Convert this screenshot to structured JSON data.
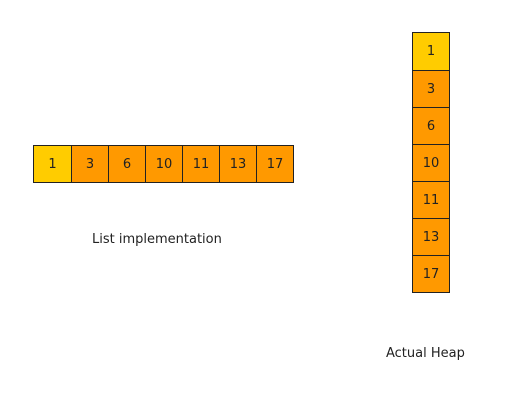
{
  "colors": {
    "root": "#ffcc00",
    "node": "#ff9900",
    "border": "#222222"
  },
  "list": {
    "caption": "List implementation",
    "cells": [
      "1",
      "3",
      "6",
      "10",
      "11",
      "13",
      "17"
    ]
  },
  "heap": {
    "caption": "Actual Heap",
    "cells": [
      "1",
      "3",
      "6",
      "10",
      "11",
      "13",
      "17"
    ]
  }
}
